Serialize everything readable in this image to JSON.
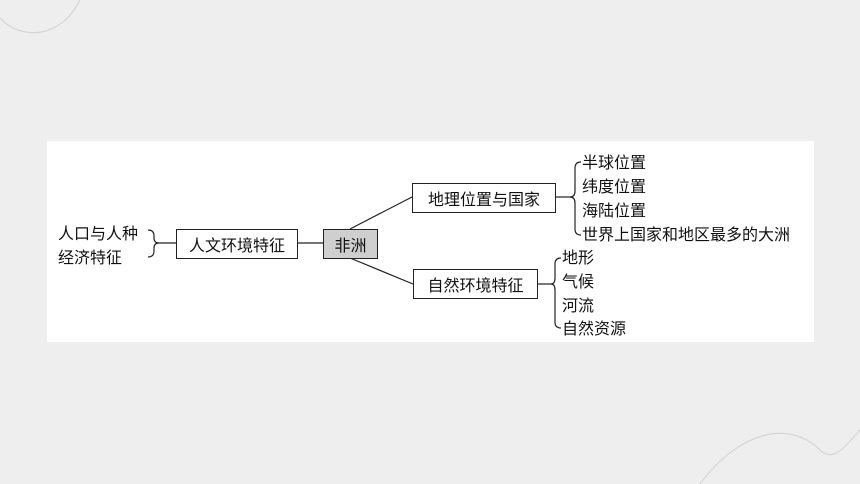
{
  "diagram": {
    "left_group": [
      "人口与人种",
      "经济特征"
    ],
    "human_box": "人文环境特征",
    "center_box": "非洲",
    "geo_box": "地理位置与国家",
    "nature_box": "自然环境特征",
    "geo_items": [
      "半球位置",
      "纬度位置",
      "海陆位置",
      "世界上国家和地区最多的大洲"
    ],
    "nature_items": [
      "地形",
      "气候",
      "河流",
      "自然资源"
    ]
  },
  "colors": {
    "background": "#eeeeee",
    "panel": "#ffffff",
    "center_fill": "#cfcfcf",
    "line": "#222222"
  }
}
